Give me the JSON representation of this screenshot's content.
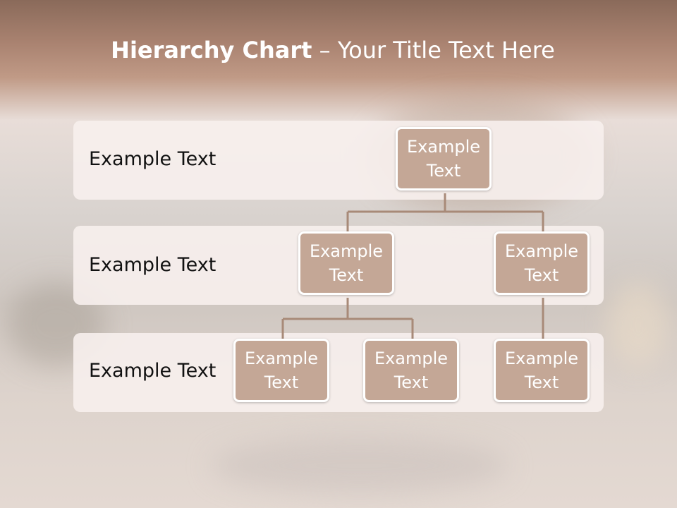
{
  "title": {
    "bold": "Hierarchy Chart",
    "rest": " – Your Title Text Here"
  },
  "bands": [
    {
      "label": "Example Text"
    },
    {
      "label": "Example Text"
    },
    {
      "label": "Example Text"
    }
  ],
  "nodes": {
    "root": "Example Text",
    "level2_left": "Example Text",
    "level2_right": "Example Text",
    "level3_a": "Example Text",
    "level3_b": "Example Text",
    "level3_c": "Example Text"
  },
  "colors": {
    "node_fill": "#c4a796",
    "connector": "#a88a78",
    "band_fill": "#f7f0ed",
    "title_text": "#ffffff"
  }
}
